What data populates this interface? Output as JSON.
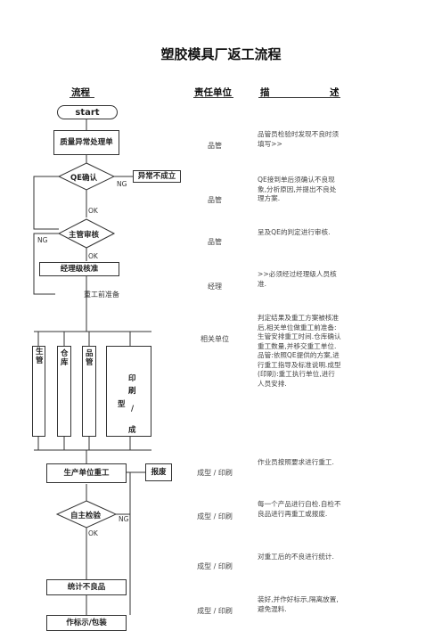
{
  "title": "塑胶模具厂返工流程",
  "headers": {
    "flow": "流程",
    "responsibility": "责任单位",
    "desc_left": "描",
    "desc_right": "述"
  },
  "nodes": {
    "start": "start",
    "quality_report": "质量异常处理单",
    "qe_confirm": "QE确认",
    "not_valid": "异常不成立",
    "supervisor_review": "主管审核",
    "manager_approve": "经理级核准",
    "rework_prep": "重工前准备",
    "production_rework": "生产单位重工",
    "scrap": "报废",
    "self_check": "自主检验",
    "count_defects": "统计不良品",
    "label_pack": "作标示/包装"
  },
  "columns": {
    "production": "生管",
    "warehouse": "仓库",
    "quality": "品管",
    "molding": "型",
    "slash": "/",
    "printing_1": "印",
    "printing_2": "刷",
    "molding_2": "成"
  },
  "labels": {
    "ng_1": "NG",
    "ok_1": "OK",
    "ng_2": "NG",
    "ok_2": "OK",
    "ng_3": "NG",
    "ok_3": "OK"
  },
  "rows": [
    {
      "resp": "品管",
      "desc": "品管员检验时发现不良时须填写>>"
    },
    {
      "resp": "品管",
      "desc": "QE接到单后须确认不良现象,分析原因,并提出不良处理方案."
    },
    {
      "resp": "品管",
      "desc": "呈及QE的判定进行审核."
    },
    {
      "resp": "经理",
      "desc": ">>必须经过经理级人员核准."
    },
    {
      "resp": "相关单位",
      "desc": "判定结果及重工方案被核准后,相关单位做重工前准备:生管安排重工时间.仓库确认重工数量,并移交重工单位.品管:依照QE提供的方案,进行重工指导及标准说明.成型(印刷):重工执行单位,进行人员安排."
    },
    {
      "resp": "成型 / 印刷",
      "desc": "作业员按照要求进行重工."
    },
    {
      "resp": "成型 / 印刷",
      "desc": "每一个产品进行自检.自检不良品进行再重工或报废."
    },
    {
      "resp": "成型 / 印刷",
      "desc": "对重工后的不良进行统计."
    },
    {
      "resp": "成型 / 印刷",
      "desc": "装好,并作好标示,隔离放置,避免混料."
    }
  ]
}
